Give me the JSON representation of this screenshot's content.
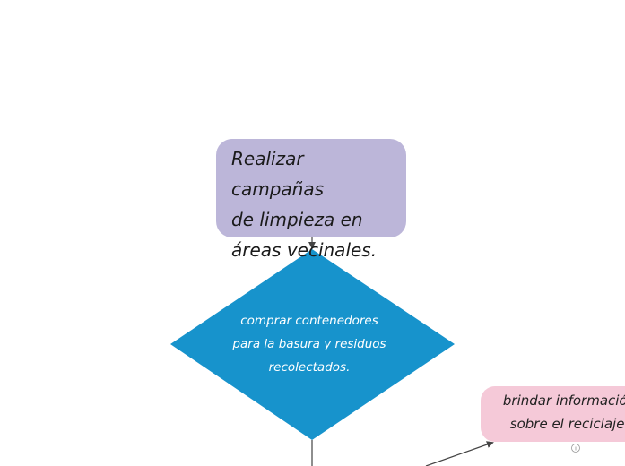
{
  "colors": {
    "title_box": "#bcb6d9",
    "diamond": "#1793cc",
    "pink_box": "#f5c9d8",
    "connector": "#444444"
  },
  "nodes": {
    "title_box": {
      "lines": [
        "Realizar campañas",
        "de limpieza en",
        "áreas vecinales."
      ]
    },
    "diamond": {
      "lines": [
        "comprar contenedores",
        "para la basura y residuos",
        "recolectados."
      ]
    },
    "pink_box": {
      "lines": [
        "brindar información",
        "sobre el reciclaje."
      ]
    }
  },
  "icons": {
    "pink_box_badge": "info-circle-icon"
  }
}
